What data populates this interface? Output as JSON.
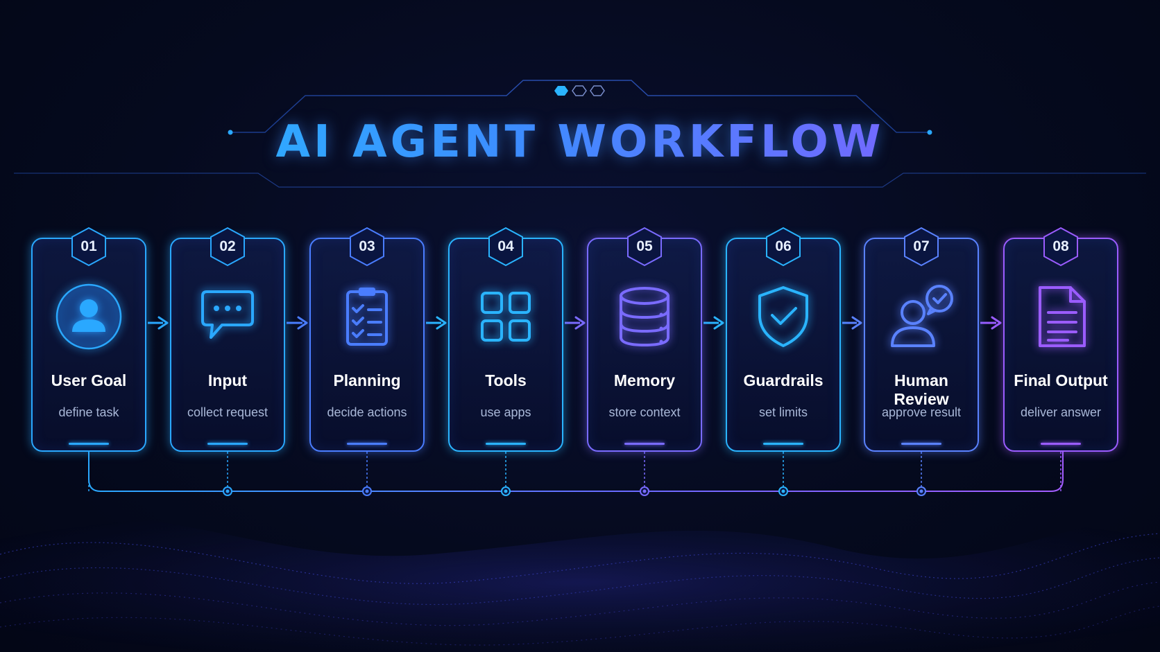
{
  "title": "AI AGENT WORKFLOW",
  "colors": {
    "accent_cyan": "#22c6ff",
    "accent_blue": "#3d8cff",
    "accent_purple": "#9b5cff",
    "background": "#050a1e"
  },
  "steps": [
    {
      "num": "01",
      "label": "User Goal",
      "sub": "define task",
      "icon": "user-icon",
      "color": "#2aa8ff"
    },
    {
      "num": "02",
      "label": "Input",
      "sub": "collect request",
      "icon": "chat-bubble-icon",
      "color": "#2aa8ff"
    },
    {
      "num": "03",
      "label": "Planning",
      "sub": "decide actions",
      "icon": "clipboard-checklist-icon",
      "color": "#4a7dff"
    },
    {
      "num": "04",
      "label": "Tools",
      "sub": "use apps",
      "icon": "grid-apps-icon",
      "color": "#2ab4ff"
    },
    {
      "num": "05",
      "label": "Memory",
      "sub": "store context",
      "icon": "database-icon",
      "color": "#7a6bff"
    },
    {
      "num": "06",
      "label": "Guardrails",
      "sub": "set limits",
      "icon": "shield-check-icon",
      "color": "#2ab4ff"
    },
    {
      "num": "07",
      "label": "Human Review",
      "sub": "approve result",
      "icon": "user-approve-icon",
      "color": "#5a82ff"
    },
    {
      "num": "08",
      "label": "Final Output",
      "sub": "deliver answer",
      "icon": "document-icon",
      "color": "#9b5cff"
    }
  ]
}
